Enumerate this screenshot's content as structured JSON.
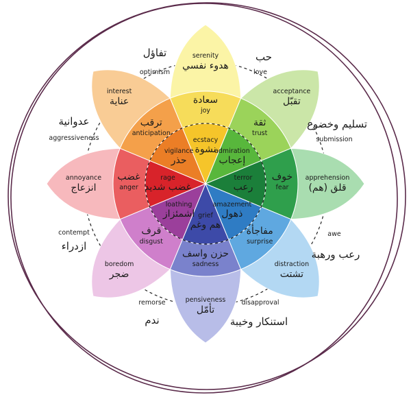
{
  "petals": [
    {
      "id": "yellow",
      "outer": "serenity",
      "outer_ar": "هدوء نفسي",
      "mid": "joy",
      "mid_ar": "سعادة",
      "inner": "ecstacy",
      "inner_ar": "نشوة",
      "colors": [
        "#fbf4a6",
        "#f6dc5a",
        "#f5c52a"
      ]
    },
    {
      "id": "green",
      "outer": "acceptance",
      "outer_ar": "تقبّل",
      "mid": "trust",
      "mid_ar": "ثقة",
      "inner": "admiration",
      "inner_ar": "إعجاب",
      "colors": [
        "#cbe6a8",
        "#9bd35a",
        "#58b73c"
      ]
    },
    {
      "id": "teal",
      "outer": "apprehension",
      "outer_ar": "قلق (هم)",
      "mid": "fear",
      "mid_ar": "خوف",
      "inner": "terror",
      "inner_ar": "رعب",
      "colors": [
        "#a9ddb0",
        "#2f9f4c",
        "#1b7f3a"
      ]
    },
    {
      "id": "blue",
      "outer": "distraction",
      "outer_ar": "تشتت",
      "mid": "surprise",
      "mid_ar": "مفاجأة",
      "inner": "amazement",
      "inner_ar": "ذهول",
      "colors": [
        "#b3d8f3",
        "#5fa8e0",
        "#2f7cc4"
      ]
    },
    {
      "id": "indigo",
      "outer": "pensiveness",
      "outer_ar": "تأمّل",
      "mid": "sadness",
      "mid_ar": "حزن واسف",
      "inner": "grief",
      "inner_ar": "هم وغم",
      "colors": [
        "#b8bde8",
        "#7a82cc",
        "#3d4aa8"
      ]
    },
    {
      "id": "purple",
      "outer": "boredom",
      "outer_ar": "ضجر",
      "mid": "disgust",
      "mid_ar": "قرف",
      "inner": "loathing",
      "inner_ar": "اشمئزاز",
      "colors": [
        "#edc6e6",
        "#cf7fcb",
        "#9b3f9b"
      ]
    },
    {
      "id": "red",
      "outer": "annoyance",
      "outer_ar": "انزعاج",
      "mid": "anger",
      "mid_ar": "غضب",
      "inner": "rage",
      "inner_ar": "غضب شديد",
      "colors": [
        "#f7b9bd",
        "#ea5e60",
        "#d8232a"
      ]
    },
    {
      "id": "orange",
      "outer": "interest",
      "outer_ar": "عناية",
      "mid": "anticipation",
      "mid_ar": "ترقب",
      "inner": "vigilance",
      "inner_ar": "حذر",
      "colors": [
        "#f9cc95",
        "#f4a04a",
        "#eb7e26"
      ]
    }
  ],
  "dyads": [
    {
      "id": "love",
      "en": "love",
      "ar": "حب"
    },
    {
      "id": "submission",
      "en": "submission",
      "ar": "تسليم وخضوع"
    },
    {
      "id": "awe",
      "en": "awe",
      "ar": "رعب ورهبة"
    },
    {
      "id": "disapproval",
      "en": "disapproval",
      "ar": "استنكار وخيبة"
    },
    {
      "id": "remorse",
      "en": "remorse",
      "ar": "ندم"
    },
    {
      "id": "contempt",
      "en": "contempt",
      "ar": "ازدراء"
    },
    {
      "id": "aggressiveness",
      "en": "aggressiveness",
      "ar": "عدوانية"
    },
    {
      "id": "optimism",
      "en": "optimism",
      "ar": "تفاؤل"
    }
  ]
}
